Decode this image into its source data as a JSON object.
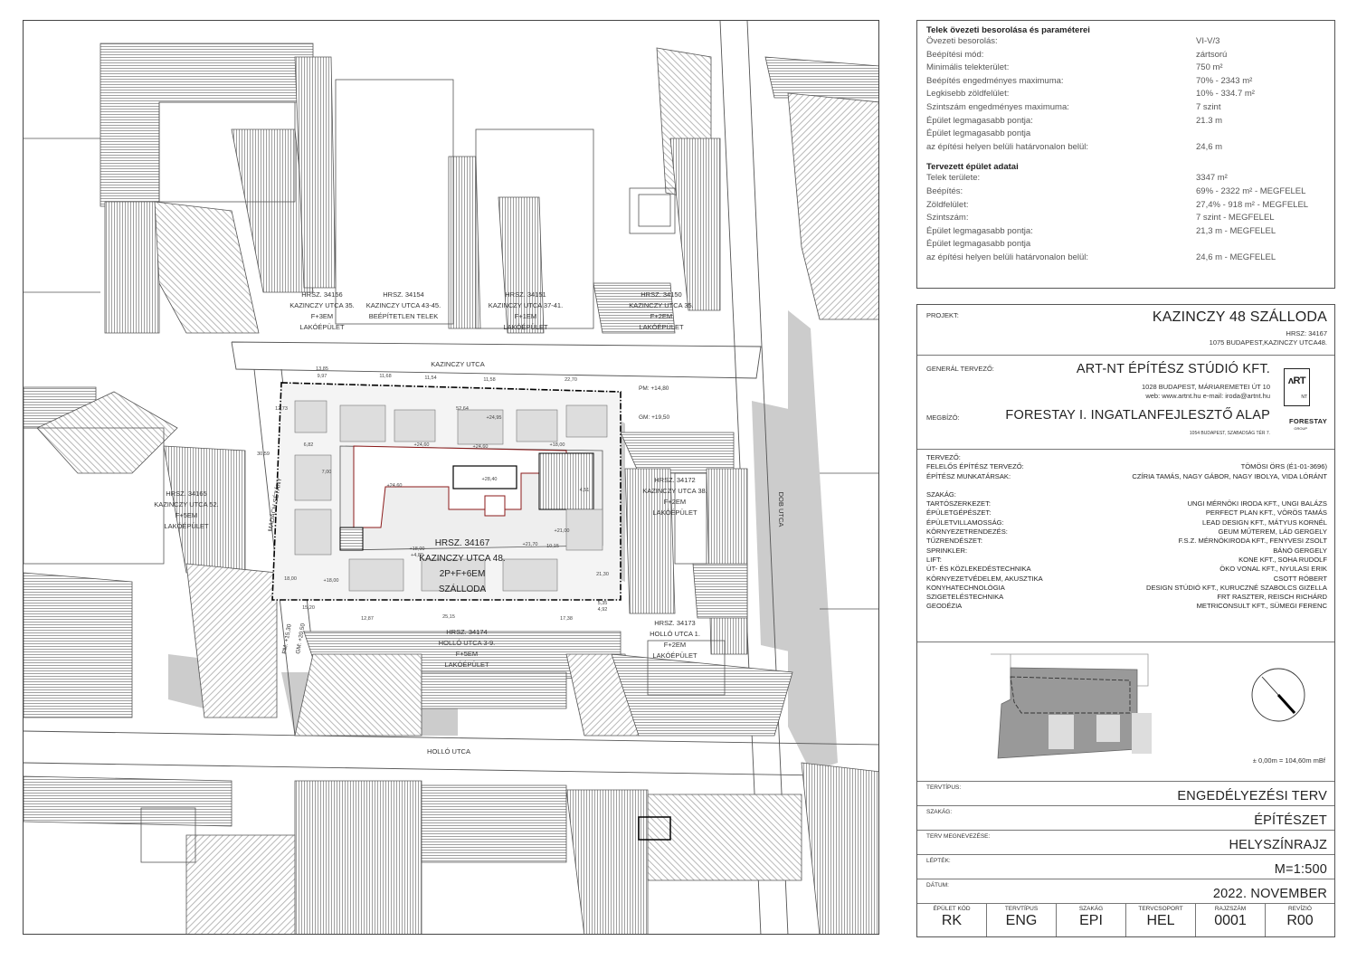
{
  "map": {
    "streets": {
      "kazinczy": "KAZINCZY UTCA",
      "dob": "DOB UTCA",
      "hollo": "HOLLÓ UTCA",
      "madach": "MADÁCH SÉTÁNY"
    },
    "pm_gm_labels": {
      "pm_top": "PM: +14,80",
      "gm_top": "GM: +19,50",
      "pm_left": "PM: +15,30",
      "gm_left": "GM: +20,50"
    },
    "parcels": [
      {
        "id": "p34156",
        "lines": [
          "HRSZ. 34156",
          "KAZINCZY UTCA 35.",
          "F+3EM",
          "LAKÓÉPÜLET"
        ]
      },
      {
        "id": "p34154",
        "lines": [
          "HRSZ. 34154",
          "KAZINCZY UTCA 43-45.",
          "BEÉPÍTETLEN TELEK"
        ]
      },
      {
        "id": "p34151",
        "lines": [
          "HRSZ. 34151",
          "KAZINCZY UTCA 37-41.",
          "F+1EM",
          "LAKÓÉPÜLET"
        ]
      },
      {
        "id": "p34150",
        "lines": [
          "HRSZ. 34150",
          "KAZINCZY UTCA 35.",
          "F+2EM",
          "LAKÓÉPÜLET"
        ]
      },
      {
        "id": "p34165",
        "lines": [
          "HRSZ. 34165",
          "KAZINCZY UTCA 52.",
          "F+5EM",
          "LAKÓÉPÜLET"
        ]
      },
      {
        "id": "p34172",
        "lines": [
          "HRSZ. 34172",
          "KAZINCZY UTCA 38.",
          "F+2EM",
          "LAKÓÉPÜLET"
        ]
      },
      {
        "id": "p34174",
        "lines": [
          "HRSZ. 34174",
          "HOLLÓ UTCA 3-9.",
          "F+5EM",
          "LAKÓÉPÜLET"
        ]
      },
      {
        "id": "p34173",
        "lines": [
          "HRSZ. 34173",
          "HOLLÓ UTCA 1.",
          "F+2EM",
          "LAKÓÉPÜLET"
        ]
      }
    ],
    "main_plot": [
      "HRSZ. 34167",
      "KAZINCZY UTCA 48.",
      "2P+F+6EM",
      "SZÁLLODA"
    ],
    "dimensions": [
      "13,85",
      "9,97",
      "11,68",
      "11,54",
      "11,58",
      "22,70",
      "52,64",
      "15,20",
      "12,87",
      "25,15",
      "17,38",
      "4,92",
      "5,35",
      "21,30",
      "4,51",
      "6,82",
      "7,00",
      "30,59",
      "12,73",
      "10,15",
      "18,00"
    ],
    "levels": [
      "+24,60",
      "+28,40",
      "+24,60",
      "+24,60",
      "+18,00",
      "+21,70",
      "+18,00",
      "+21,00",
      "+4,80",
      "+18,00",
      "+24,95"
    ]
  },
  "params": {
    "header1": "Telek övezeti besorolása és paraméterei",
    "rows1": [
      {
        "label": "Övezeti besorolás:",
        "value": "VI-V/3"
      },
      {
        "label": "Beépítési mód:",
        "value": "zártsorú"
      },
      {
        "label": "Minimális telekterület:",
        "value": "750 m²"
      },
      {
        "label": "Beépítés engedményes maximuma:",
        "value": "70% - 2343 m²"
      },
      {
        "label": "Legkisebb zöldfelület:",
        "value": "10% - 334.7 m²"
      },
      {
        "label": "Szintszám engedményes maximuma:",
        "value": "7 szint"
      },
      {
        "label": "Épület legmagasabb pontja:",
        "value": "21.3 m"
      },
      {
        "label": "Épület legmagasabb pontja",
        "value": ""
      },
      {
        "label": "az építési helyen belüli határvonalon belül:",
        "value": "24,6 m"
      }
    ],
    "header2": "Tervezett épület adatai",
    "rows2": [
      {
        "label": "Telek területe:",
        "value": "3347 m²"
      },
      {
        "label": "Beépítés:",
        "value": "69% - 2322 m² - MEGFELEL"
      },
      {
        "label": "Zöldfelület:",
        "value": "27,4% - 918 m² - MEGFELEL"
      },
      {
        "label": "Szintszám:",
        "value": "7 szint - MEGFELEL"
      },
      {
        "label": "Épület legmagasabb pontja:",
        "value": "21,3 m - MEGFELEL"
      },
      {
        "label": "Épület legmagasabb pontja",
        "value": ""
      },
      {
        "label": "az építési helyen belüli határvonalon belül:",
        "value": "24,6 m - MEGFELEL"
      }
    ]
  },
  "titleblock": {
    "projekt_label": "PROJEKT:",
    "project_name": "KAZINCZY 48 SZÁLLODA",
    "project_hrsz": "HRSZ: 34167",
    "project_address": "1075 BUDAPEST,KAZINCZY UTCA48.",
    "general_label": "GENERÁL TERVEZŐ:",
    "general_name": "ART-NT ÉPÍTÉSZ STÚDIÓ KFT.",
    "general_address": "1028 BUDAPEST, MÁRIAREMETEI ÚT 10",
    "general_web": "web: www.artnt.hu e-mail: iroda@artnt.hu",
    "artnt_logo": "ʌRT",
    "artnt_logo_sub": "NT",
    "megbizo_label": "MEGBÍZÓ:",
    "megbizo_name": "FORESTAY I. INGATLANFEJLESZTŐ ALAP",
    "megbizo_address": "1054 BUDAPEST, SZABADSÁG TÉR 7.",
    "forestay_logo": "FORESTAY",
    "forestay_logo_sub": "GROUP",
    "tervezo_label": "TERVEZŐ:",
    "designers": [
      {
        "label": "FELELŐS ÉPÍTÉSZ TERVEZŐ:",
        "value": "TÖMÖSI ÖRS (É1-01-3696)"
      },
      {
        "label": "ÉPÍTÉSZ MUNKATÁRSAK:",
        "value": "CZÍRIA TAMÁS, NAGY GÁBOR, NAGY IBOLYA, VIDA LÓRÁNT"
      }
    ],
    "szakag_label": "SZAKÁG:",
    "disciplines": [
      {
        "label": "TARTÓSZERKEZET:",
        "value": "UNGI MÉRNÖKI IRODA KFT., UNGI BALÁZS"
      },
      {
        "label": "ÉPÜLETGÉPÉSZET:",
        "value": "PERFECT PLAN KFT., VÖRÖS TAMÁS"
      },
      {
        "label": "ÉPÜLETVILLAMOSSÁG:",
        "value": "LEAD DESIGN KFT., MÁTYUS KORNÉL"
      },
      {
        "label": "KÖRNYEZETRENDEZÉS:",
        "value": "GEUM MŰTEREM, LÁD GERGELY"
      },
      {
        "label": "TŰZRENDÉSZET:",
        "value": "F.S.Z. MÉRNÖKIRODA KFT., FENYVESI ZSOLT"
      },
      {
        "label": "SPRINKLER:",
        "value": "BÁNÓ GERGELY"
      },
      {
        "label": "LIFT:",
        "value": "KONE KFT., SOHA RUDOLF"
      },
      {
        "label": "ÚT- ÉS KÖZLEKEDÉSTECHNIKA",
        "value": "ÖKO VONAL KFT., NYULASI ERIK"
      },
      {
        "label": "KÖRNYEZETVÉDELEM, AKUSZTIKA",
        "value": "CSOTT RÓBERT"
      },
      {
        "label": "KONYHATECHNOLÓGIA",
        "value": "DESIGN STÚDIÓ KFT., KURUCZNÉ SZABOLCS GIZELLA"
      },
      {
        "label": "SZIGETELÉSTECHNIKA",
        "value": "FRT RASZTER, REISCH RICHÁRD"
      },
      {
        "label": "GEODÉZIA",
        "value": "METRICONSULT KFT., SÜMEGI FERENC"
      }
    ],
    "elevation_ref": "± 0,00m = 104,60m mBf",
    "tervtipus_label": "TERVTÍPUS:",
    "tervtipus_value": "ENGEDÉLYEZÉSI TERV",
    "szakag2_label": "SZAKÁG:",
    "szakag2_value": "ÉPÍTÉSZET",
    "megnevezes_label": "TERV MEGNEVEZÉSE:",
    "megnevezes_value": "HELYSZÍNRAJZ",
    "leptek_label": "LÉPTÉK:",
    "leptek_value": "M=1:500",
    "datum_label": "DÁTUM:",
    "datum_value": "2022. NOVEMBER",
    "codes": [
      {
        "label": "ÉPÜLET KÓD",
        "value": "RK"
      },
      {
        "label": "TERVTÍPUS",
        "value": "ENG"
      },
      {
        "label": "SZAKÁG",
        "value": "EPI"
      },
      {
        "label": "TERVCSOPORT",
        "value": "HEL"
      },
      {
        "label": "RAJZSZÁM",
        "value": "0001"
      },
      {
        "label": "REVÍZIÓ",
        "value": "R00"
      }
    ]
  }
}
